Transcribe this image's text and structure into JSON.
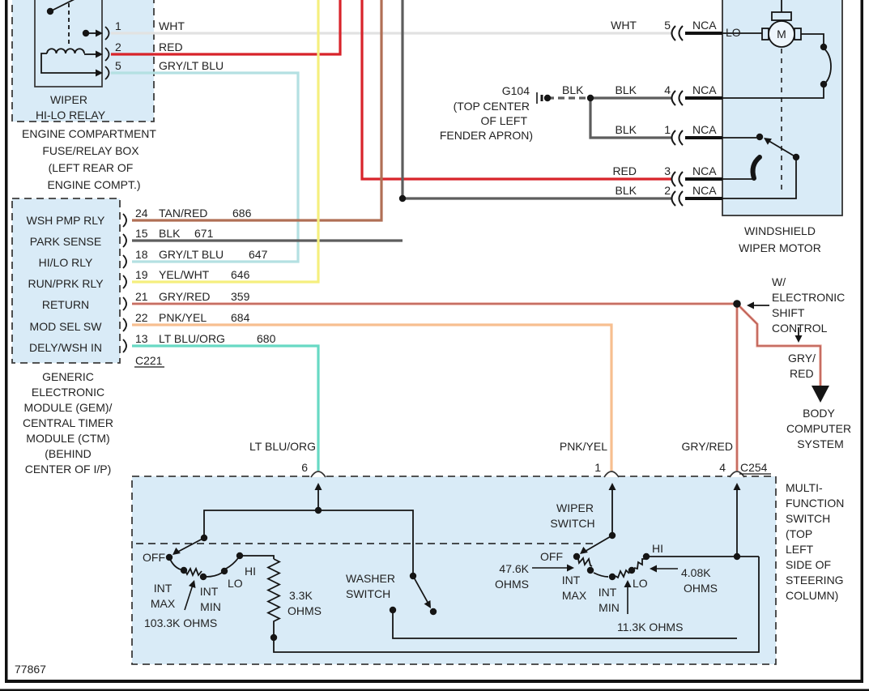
{
  "ref": "77867",
  "colors": {
    "panel_fill": "#d9ebf7",
    "wht": "#e2e2e2",
    "red": "#d8232a",
    "gry_lt_blu": "#b4e0e2",
    "tan_red": "#b06f55",
    "blk": "#5d5d5d",
    "yel_wht": "#f5ef7e",
    "gry_red": "#e59c90",
    "gry_red_core": "#b5544a",
    "pnk_yel": "#f7bf90",
    "lt_blu_org": "#68d9c4"
  },
  "relay_box": {
    "caption": [
      "ENGINE COMPARTMENT",
      "FUSE/RELAY BOX",
      "(LEFT REAR OF",
      "ENGINE COMPT.)"
    ],
    "relay_name": [
      "WIPER",
      "HI-LO RELAY"
    ],
    "pins": [
      {
        "num": "1",
        "wire": "WHT"
      },
      {
        "num": "2",
        "wire": "RED"
      },
      {
        "num": "5",
        "wire": "GRY/LT BLU"
      }
    ]
  },
  "gem": {
    "functions": [
      "WSH PMP RLY",
      "PARK SENSE",
      "HI/LO RLY",
      "RUN/PRK RLY",
      "RETURN",
      "MOD SEL SW",
      "DELY/WSH IN"
    ],
    "pins": [
      {
        "num": "24",
        "color": "TAN/RED",
        "circuit": "686"
      },
      {
        "num": "15",
        "color": "BLK",
        "circuit": "671"
      },
      {
        "num": "18",
        "color": "GRY/LT BLU",
        "circuit": "647"
      },
      {
        "num": "19",
        "color": "YEL/WHT",
        "circuit": "646"
      },
      {
        "num": "21",
        "color": "GRY/RED",
        "circuit": "359"
      },
      {
        "num": "22",
        "color": "PNK/YEL",
        "circuit": "684"
      },
      {
        "num": "13",
        "color": "LT BLU/ORG",
        "circuit": "680"
      }
    ],
    "connector": "C221",
    "caption": [
      "GENERIC",
      "ELECTRONIC",
      "MODULE (GEM)/",
      "CENTRAL TIMER",
      "MODULE (CTM)",
      "(BEHIND",
      "CENTER OF I/P)"
    ]
  },
  "ground": {
    "name": "G104",
    "location": [
      "(TOP CENTER",
      "OF LEFT",
      "FENDER APRON)"
    ],
    "wire": "BLK"
  },
  "motor": {
    "name": [
      "WINDSHIELD",
      "WIPER MOTOR"
    ],
    "symbol": "M",
    "lo_label": "LO",
    "pins": [
      {
        "wire": "WHT",
        "num": "5",
        "conn": "NCA"
      },
      {
        "wire": "BLK",
        "num": "4",
        "conn": "NCA"
      },
      {
        "wire": "BLK",
        "num": "1",
        "conn": "NCA"
      },
      {
        "wire": "RED",
        "num": "3",
        "conn": "NCA"
      },
      {
        "wire": "BLK",
        "num": "2",
        "conn": "NCA"
      }
    ]
  },
  "shift_note": {
    "lines": [
      "W/",
      "ELECTRONIC",
      "SHIFT",
      "CONTROL"
    ]
  },
  "body_branch": {
    "wire": [
      "GRY/",
      "RED"
    ],
    "dest": [
      "BODY",
      "COMPUTER",
      "SYSTEM"
    ]
  },
  "mfs": {
    "caption": [
      "MULTI-",
      "FUNCTION",
      "SWITCH",
      "(TOP",
      "LEFT",
      "SIDE OF",
      "STEERING",
      "COLUMN)"
    ],
    "connector": "C254",
    "pins": [
      {
        "color": "LT BLU/ORG",
        "num": "6"
      },
      {
        "color": "PNK/YEL",
        "num": "1"
      },
      {
        "color": "GRY/RED",
        "num": "4"
      }
    ],
    "wiper_switch_label": [
      "WIPER",
      "SWITCH"
    ],
    "washer_switch_label": [
      "WASHER",
      "SWITCH"
    ],
    "left_positions": {
      "off": "OFF",
      "int_max": [
        "INT",
        "MAX"
      ],
      "int_min": [
        "INT",
        "MIN"
      ],
      "lo": "LO",
      "hi": "HI"
    },
    "right_positions": {
      "off": "OFF",
      "int_max": [
        "INT",
        "MAX"
      ],
      "int_min": [
        "INT",
        "MIN"
      ],
      "lo": "LO",
      "hi": "HI"
    },
    "resistors": {
      "r103": "103.3K OHMS",
      "r33": [
        "3.3K",
        "OHMS"
      ],
      "r476": [
        "47.6K",
        "OHMS"
      ],
      "r408": [
        "4.08K",
        "OHMS"
      ],
      "r113": "11.3K  OHMS"
    }
  }
}
